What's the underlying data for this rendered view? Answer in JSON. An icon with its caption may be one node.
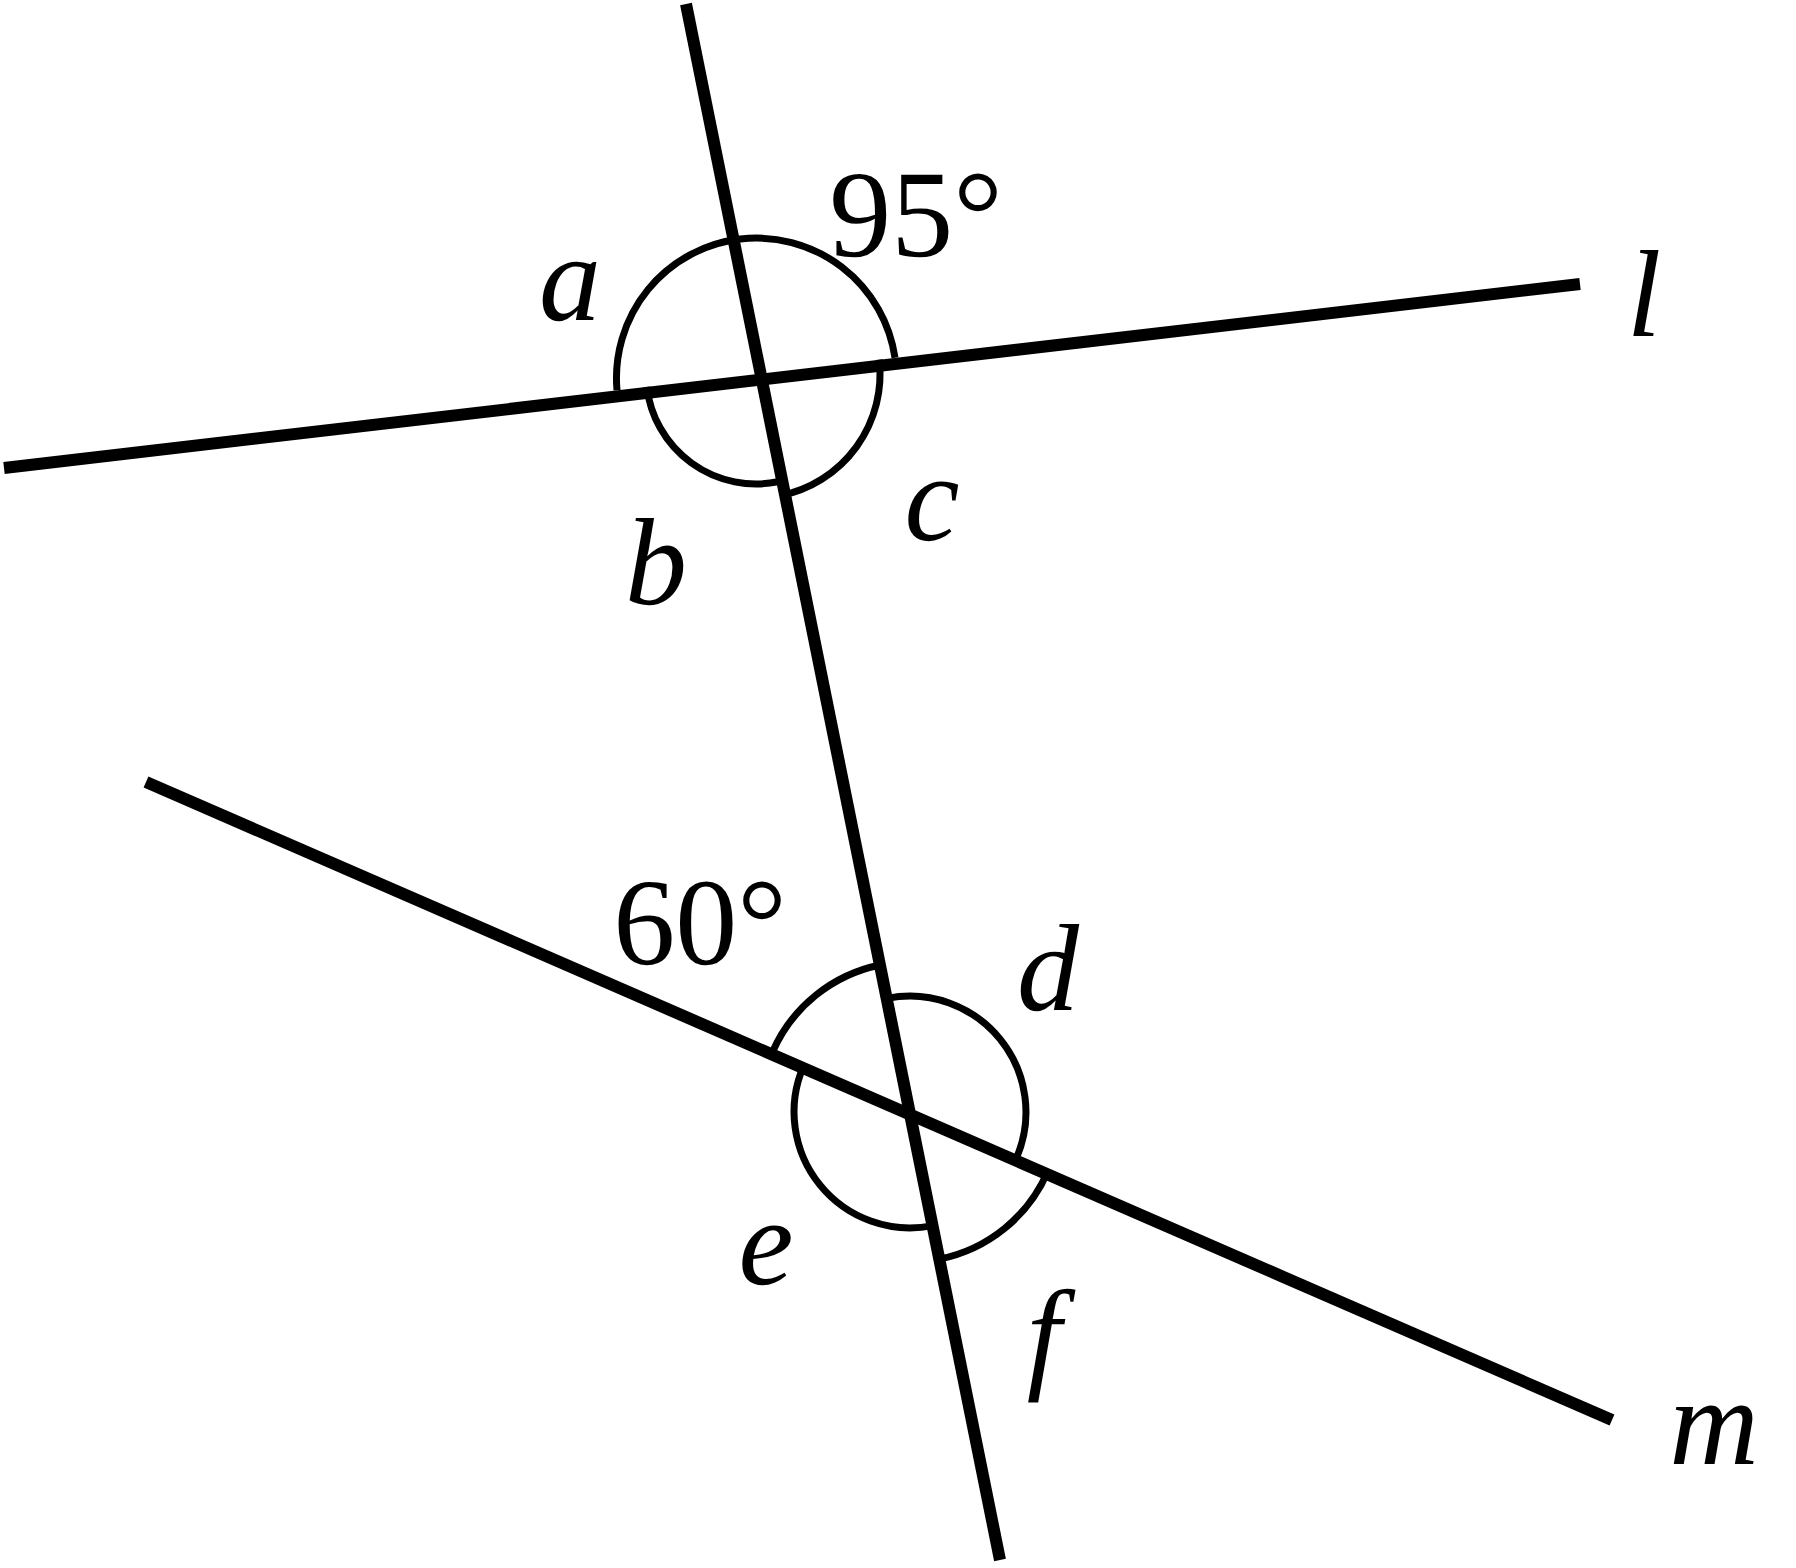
{
  "diagram": {
    "labels": [
      "a",
      "95°",
      "l",
      "b",
      "c",
      "60°",
      "d",
      "e",
      "f",
      "m"
    ]
  }
}
